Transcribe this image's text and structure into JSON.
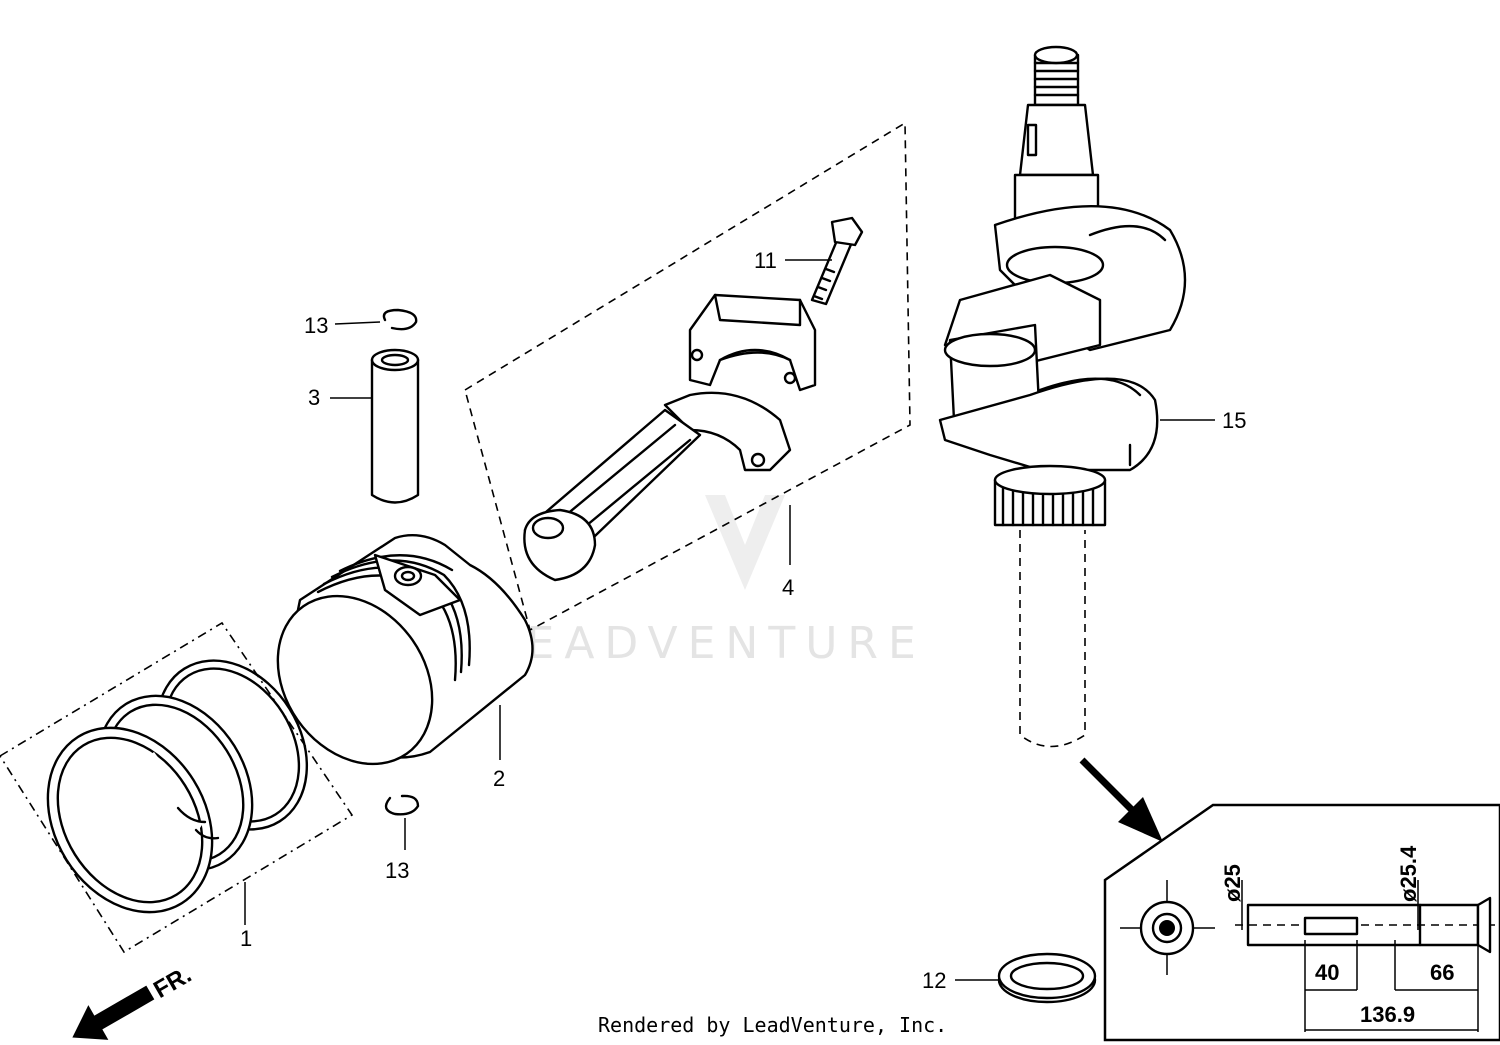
{
  "watermark": "LEADVENTURE",
  "credit": "Rendered by LeadVenture, Inc.",
  "front_marker": "FR.",
  "callouts": {
    "c1": "1",
    "c2": "2",
    "c3": "3",
    "c4": "4",
    "c11": "11",
    "c12": "12",
    "c13_top": "13",
    "c13_bottom": "13",
    "c15": "15"
  },
  "detail": {
    "dia_left": "ø25",
    "dia_right": "ø25.4",
    "len_a": "40",
    "len_b": "66",
    "len_total": "136.9"
  }
}
